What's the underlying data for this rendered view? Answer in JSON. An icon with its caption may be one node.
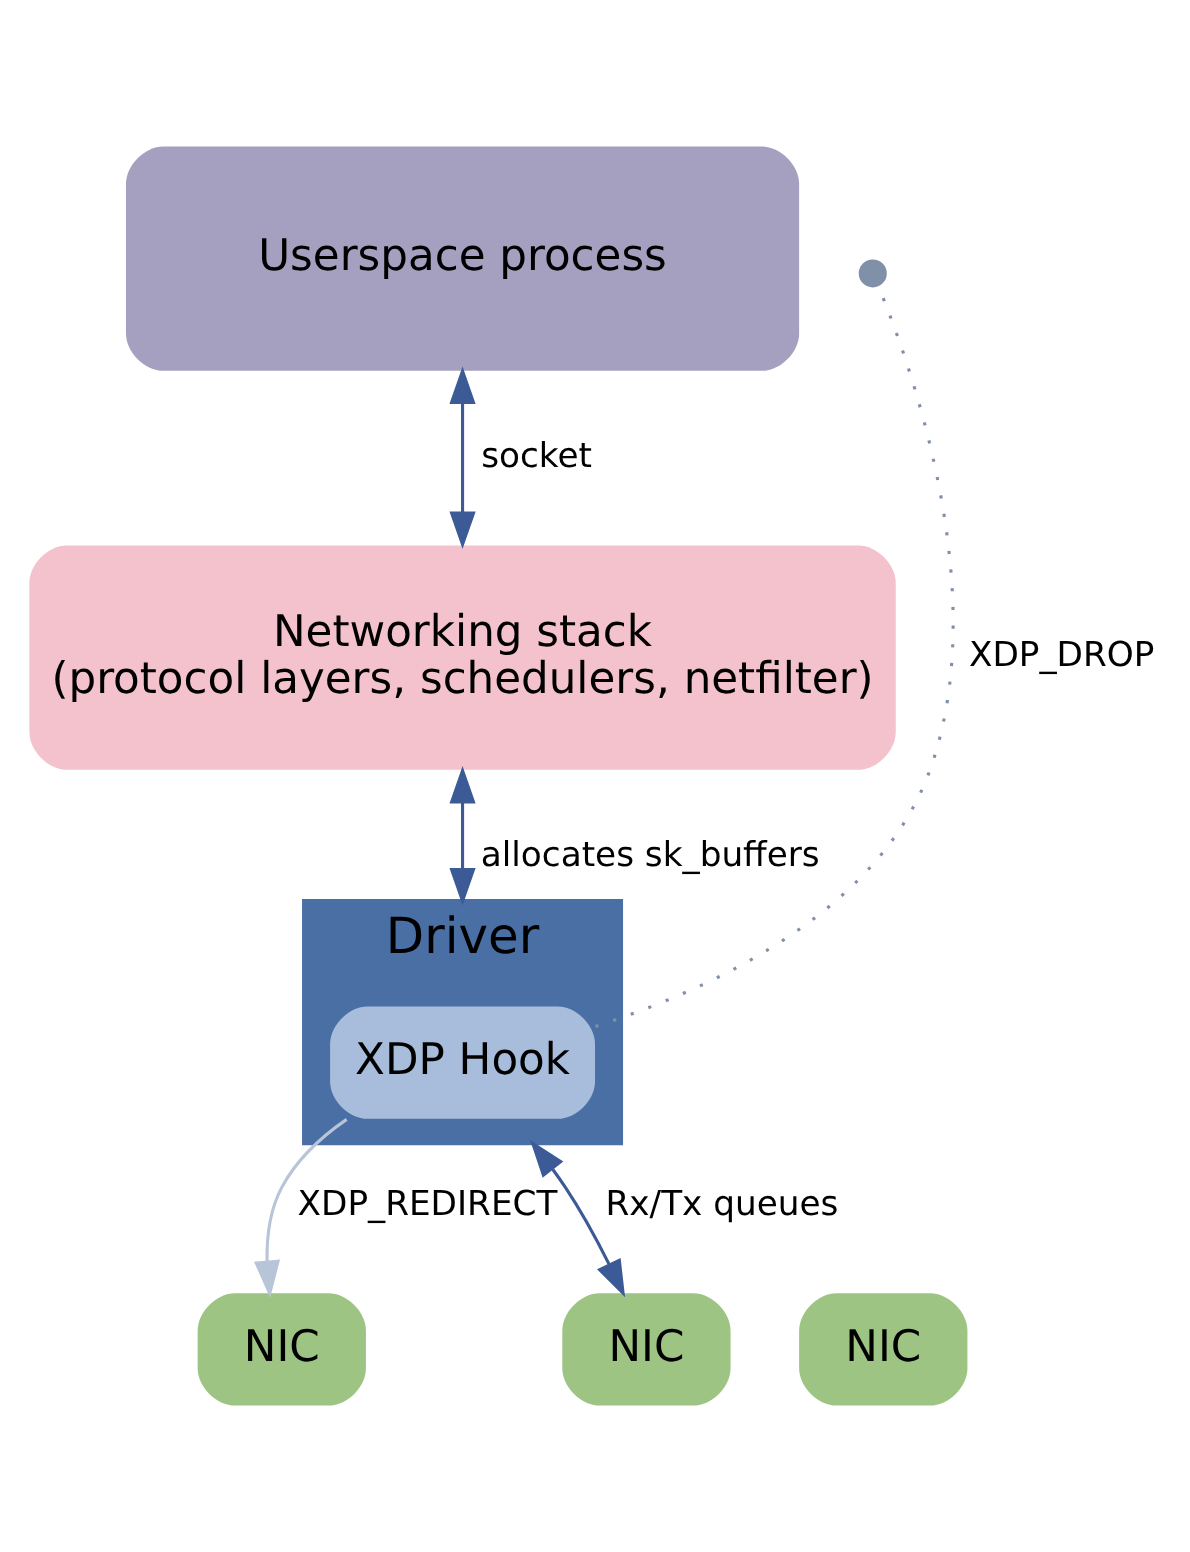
{
  "diagram": {
    "nodes": [
      {
        "text": [
          "Userspace process"
        ]
      },
      {
        "text": [
          "Networking stack",
          "(protocol layers, schedulers, netfilter)"
        ]
      },
      {
        "text": [
          "Driver"
        ]
      },
      {
        "text": [
          "XDP Hook"
        ],
        "in": 2
      },
      {
        "text": [
          "NIC"
        ]
      },
      {
        "text": [
          "NIC"
        ]
      },
      {
        "text": [
          "NIC"
        ]
      }
    ],
    "edges": [
      {
        "from": 0,
        "to": 1,
        "arrow": "both",
        "label": "socket"
      },
      {
        "from": 1,
        "to": 2,
        "arrow": "both",
        "label": "allocates sk_buffers"
      },
      {
        "from": 3,
        "to": 4,
        "arrow": "to",
        "label": "XDP_REDIRECT",
        "color": "#b8c4d8"
      },
      {
        "from": 2,
        "to": 5,
        "arrow": "both",
        "label": "Rx/Tx queues"
      },
      {
        "from": 3,
        "to": null,
        "arrow": "other",
        "label": "XDP_DROP",
        "style": "dashed",
        "color": "#8090a8"
      }
    ]
  }
}
